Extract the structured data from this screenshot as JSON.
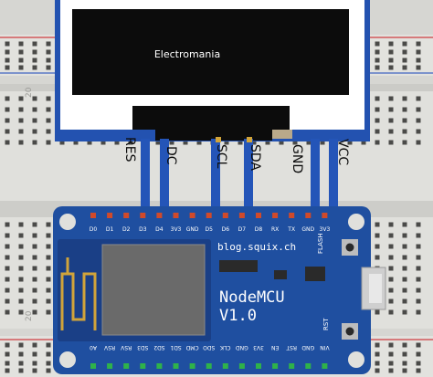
{
  "breadboard": {
    "row_numbers": [
      "20",
      "20"
    ]
  },
  "oled": {
    "screen_text": "Electromania"
  },
  "wires": {
    "labels": [
      "RES",
      "DC",
      "SCL",
      "SDA",
      "GND",
      "VCC"
    ]
  },
  "nodemcu": {
    "top_pins": [
      "D0",
      "D1",
      "D2",
      "D3",
      "D4",
      "3V3",
      "GND",
      "D5",
      "D6",
      "D7",
      "D8",
      "RX",
      "TX",
      "GND",
      "3V3"
    ],
    "bottom_pins": [
      "A0",
      "RSV",
      "RSV",
      "SD3",
      "SD2",
      "SD1",
      "CMD",
      "SDO",
      "CLK",
      "GND",
      "3V3",
      "EN",
      "RST",
      "GND",
      "VIN"
    ],
    "url": "blog.squix.ch",
    "name_line1": "NodeMCU",
    "name_line2": "V1.0",
    "flash_label": "FLASH",
    "rst_label": "RST"
  },
  "colors": {
    "board_blue": "#1f4fa0",
    "wire_blue": "#2455b8",
    "oled_black": "#0c0c0c",
    "bread": "#dcdcd8"
  }
}
